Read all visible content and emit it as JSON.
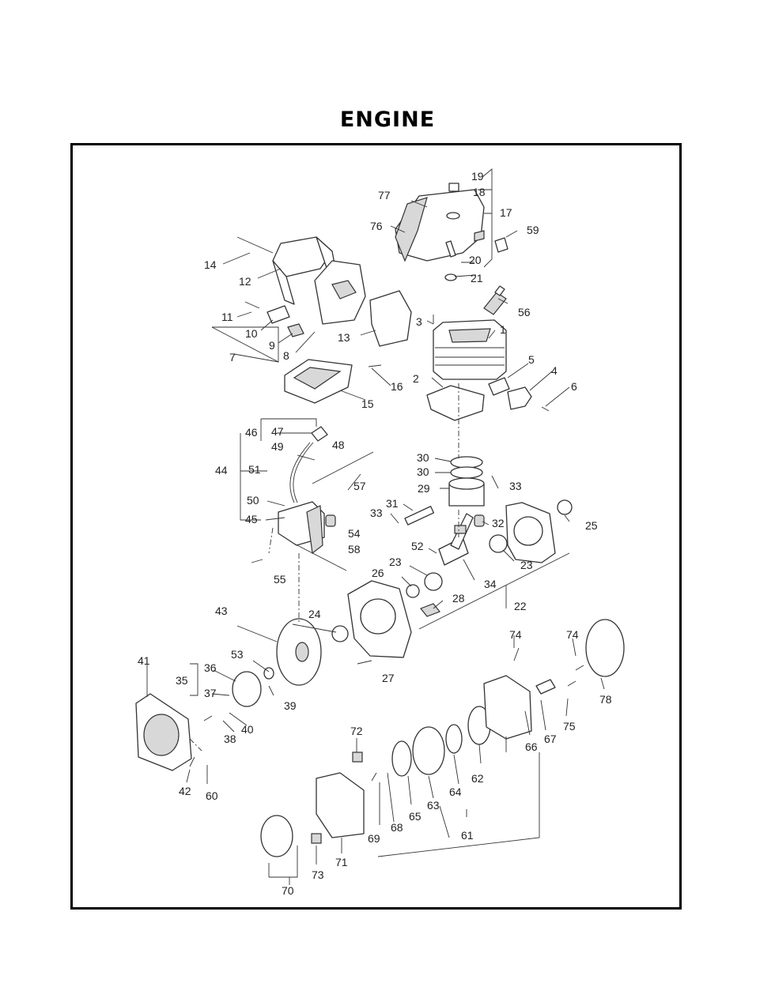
{
  "title": "ENGINE",
  "part_numbers": [
    "1",
    "2",
    "3",
    "4",
    "5",
    "6",
    "7",
    "8",
    "9",
    "10",
    "11",
    "12",
    "13",
    "14",
    "15",
    "16",
    "17",
    "18",
    "19",
    "20",
    "21",
    "22",
    "23",
    "23",
    "24",
    "25",
    "26",
    "27",
    "28",
    "29",
    "30",
    "30",
    "31",
    "32",
    "33",
    "33",
    "34",
    "35",
    "36",
    "37",
    "38",
    "39",
    "40",
    "41",
    "42",
    "43",
    "44",
    "45",
    "46",
    "47",
    "48",
    "49",
    "50",
    "51",
    "52",
    "53",
    "54",
    "55",
    "56",
    "57",
    "58",
    "59",
    "60",
    "61",
    "62",
    "63",
    "64",
    "65",
    "66",
    "67",
    "68",
    "69",
    "70",
    "71",
    "72",
    "73",
    "74",
    "74",
    "75",
    "76",
    "77",
    "78"
  ]
}
